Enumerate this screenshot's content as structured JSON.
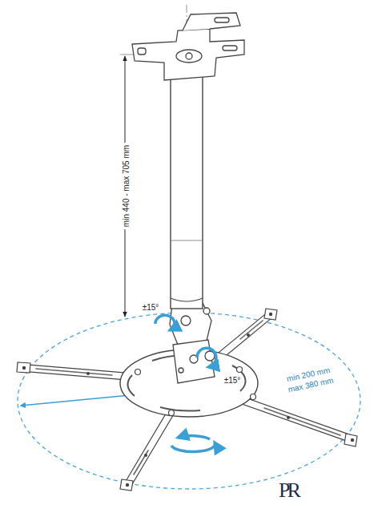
{
  "diagram": {
    "labels": [
      "min 440 - max 705 mm",
      "±15°",
      "±15°",
      "min 200 mm",
      "max 380 mm",
      "PR"
    ]
  }
}
